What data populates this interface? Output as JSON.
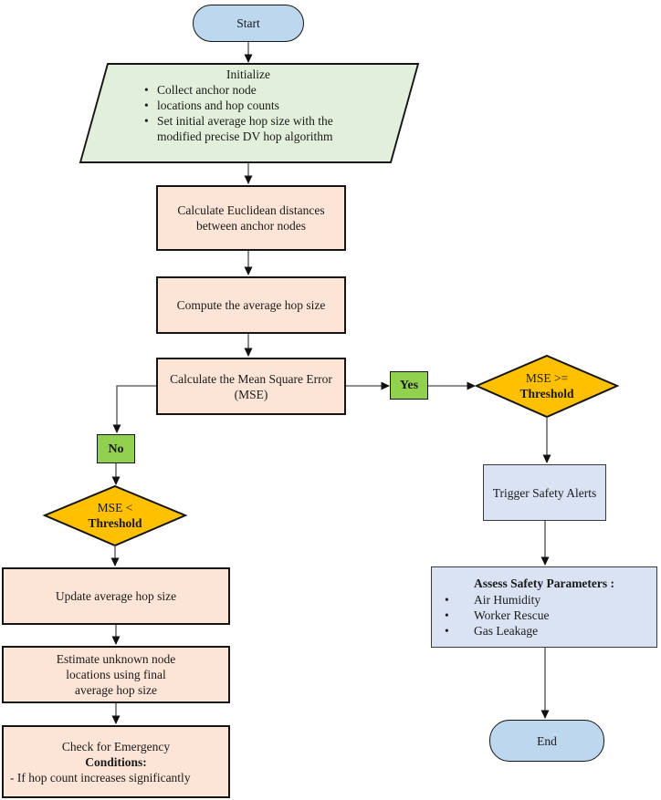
{
  "flowchart": {
    "start": {
      "label": "Start"
    },
    "initialize": {
      "title": "Initialize",
      "bullets": [
        "Collect anchor node",
        "locations and hop counts",
        "Set initial average hop size with the modified precise DV hop algorithm"
      ]
    },
    "calc_euclidean": {
      "line1": "Calculate Euclidean distances",
      "line2": "between anchor nodes"
    },
    "compute_hop": {
      "label": "Compute the average hop size"
    },
    "calc_mse": {
      "line1": "Calculate the Mean Square Error",
      "line2": "(MSE)"
    },
    "branch_yes": {
      "label": "Yes"
    },
    "branch_no": {
      "label": "No"
    },
    "decision_right": {
      "line1": "MSE >=",
      "line2": "Threshold"
    },
    "decision_left": {
      "line1": "MSE <",
      "line2": "Threshold"
    },
    "trigger_alerts": {
      "label": "Trigger Safety Alerts"
    },
    "assess_safety": {
      "title": "Assess Safety Parameters :",
      "bullets": [
        "Air Humidity",
        "Worker Rescue",
        "Gas Leakage"
      ]
    },
    "update_hop": {
      "label": "Update average hop size"
    },
    "estimate_nodes": {
      "line1": "Estimate unknown node",
      "line2": "locations using final",
      "line3": "average hop size"
    },
    "check_emergency": {
      "line1": "Check for Emergency",
      "line2": "Conditions:",
      "line3": "- If hop count increases significantly"
    },
    "end": {
      "label": "End"
    }
  },
  "colors": {
    "terminal_fill": "#BDD7EE",
    "process_fill": "#FCE4D6",
    "initialize_fill": "#E2EFDA",
    "decision_fill": "#FFC000",
    "branch_fill": "#92D050",
    "safety_fill": "#DAE3F3",
    "line": "#4a4a4a",
    "border": "#151515"
  }
}
